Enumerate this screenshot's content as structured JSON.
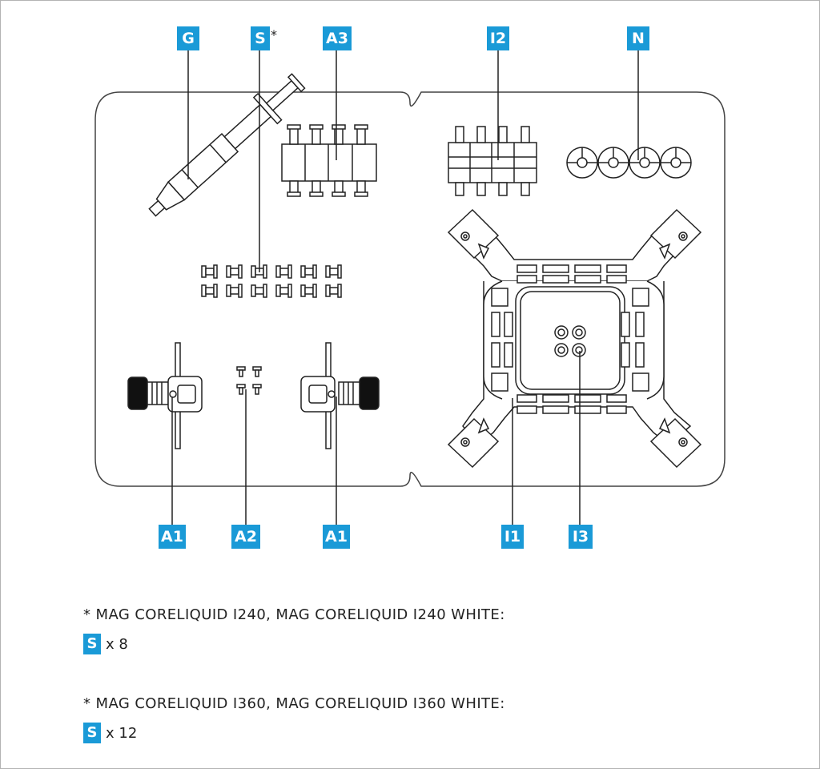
{
  "colors": {
    "accent": "#1a9ad7",
    "line": "#222222",
    "tray": "#444444"
  },
  "labels": {
    "g": "G",
    "s": "S",
    "s_mark": "*",
    "a3": "A3",
    "i2": "I2",
    "n": "N",
    "a1_left": "A1",
    "a2": "A2",
    "a1_right": "A1",
    "i1": "I1",
    "i3": "I3"
  },
  "notes": [
    {
      "text": "* MAG CORELIQUID I240, MAG CORELIQUID I240 WHITE:",
      "badge": "S",
      "qty": "x 8"
    },
    {
      "text": "* MAG CORELIQUID I360, MAG CORELIQUID I360 WHITE:",
      "badge": "S",
      "qty": "x 12"
    }
  ]
}
